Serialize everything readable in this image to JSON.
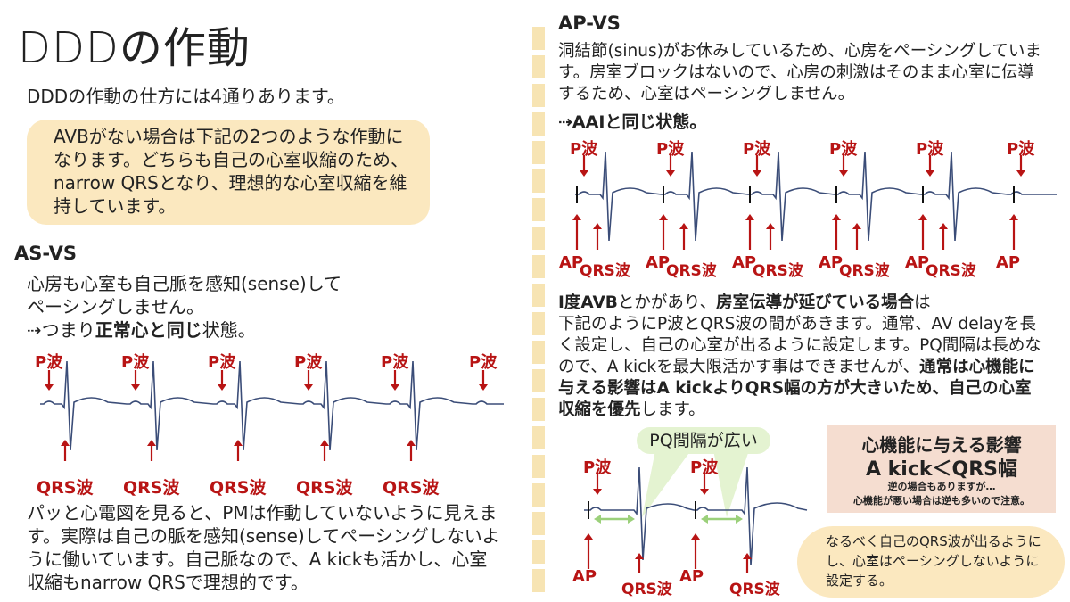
{
  "title": "DDDの作動",
  "intro": "DDDの作動の仕方には4通りあります。",
  "callout_avb": "AVBがない場合は下記の2つのような作動になります。どちらも自己の心室収縮のため、narrow QRSとなり、理想的な心室収縮を維持しています。",
  "as_vs": {
    "heading": "AS-VS",
    "desc1": "心房も心室も自己脈を感知(sense)して",
    "desc2": "ペーシングしません。",
    "desc3_pre": "⇢つまり",
    "desc3_bold": "正常心と同じ",
    "desc3_post": "状態。",
    "p_label": "P波",
    "qrs_label": "QRS波",
    "bottom": "パッと心電図を見ると、PMは作動していないように見えます。実際は自己の脈を感知(sense)してペーシングしないように働いています。自己脈なので、A kickも活かし、心室収縮もnarrow QRSで理想的です。"
  },
  "ap_vs": {
    "heading": "AP-VS",
    "desc": "洞結節(sinus)がお休みしているため、心房をペーシングしています。房室ブロックはないので、心房の刺激はそのまま心室に伝導するため、心室はペーシングしません。",
    "conclusion": "⇢AAIと同じ状態。",
    "p_label": "P波",
    "ap_label": "AP",
    "qrs_label": "QRS波"
  },
  "avb_section": {
    "line1_bold1": "Ⅰ度AVB",
    "line1_mid": "とかがあり、",
    "line1_bold2": "房室伝導が延びている場合",
    "line1_post": "は",
    "body": "下記のようにP波とQRS波の間があきます。通常、AV delayを長く設定し、自己の心室が出るように設定します。PQ間隔は長めなので、A kickを最大限活かす事はできませんが、",
    "bold_end": "通常は心機能に与える影響はA kickよりQRS幅の方が大きいため、自己の心室収縮を優先",
    "tail": "します。",
    "pq_pill": "PQ間隔が広い",
    "p_label": "P波",
    "ap_label": "AP",
    "qrs_label": "QRS波"
  },
  "impact_box": {
    "line1": "心機能に与える影響",
    "line2": "A kick＜QRS幅",
    "line3": "逆の場合もありますが…",
    "line4": "心機能が悪い場合は逆も多いので注意。"
  },
  "bubble_note": "なるべく自己のQRS波が出るようにし、心室はペーシングしないように設定する。",
  "colors": {
    "accent_red": "#b81414",
    "ecg_line": "#3b4d78",
    "callout": "#fbe8bf",
    "pill": "#e4f3d1",
    "arrow_green": "#9bd07a",
    "impact_bg": "#f5ddd0"
  }
}
